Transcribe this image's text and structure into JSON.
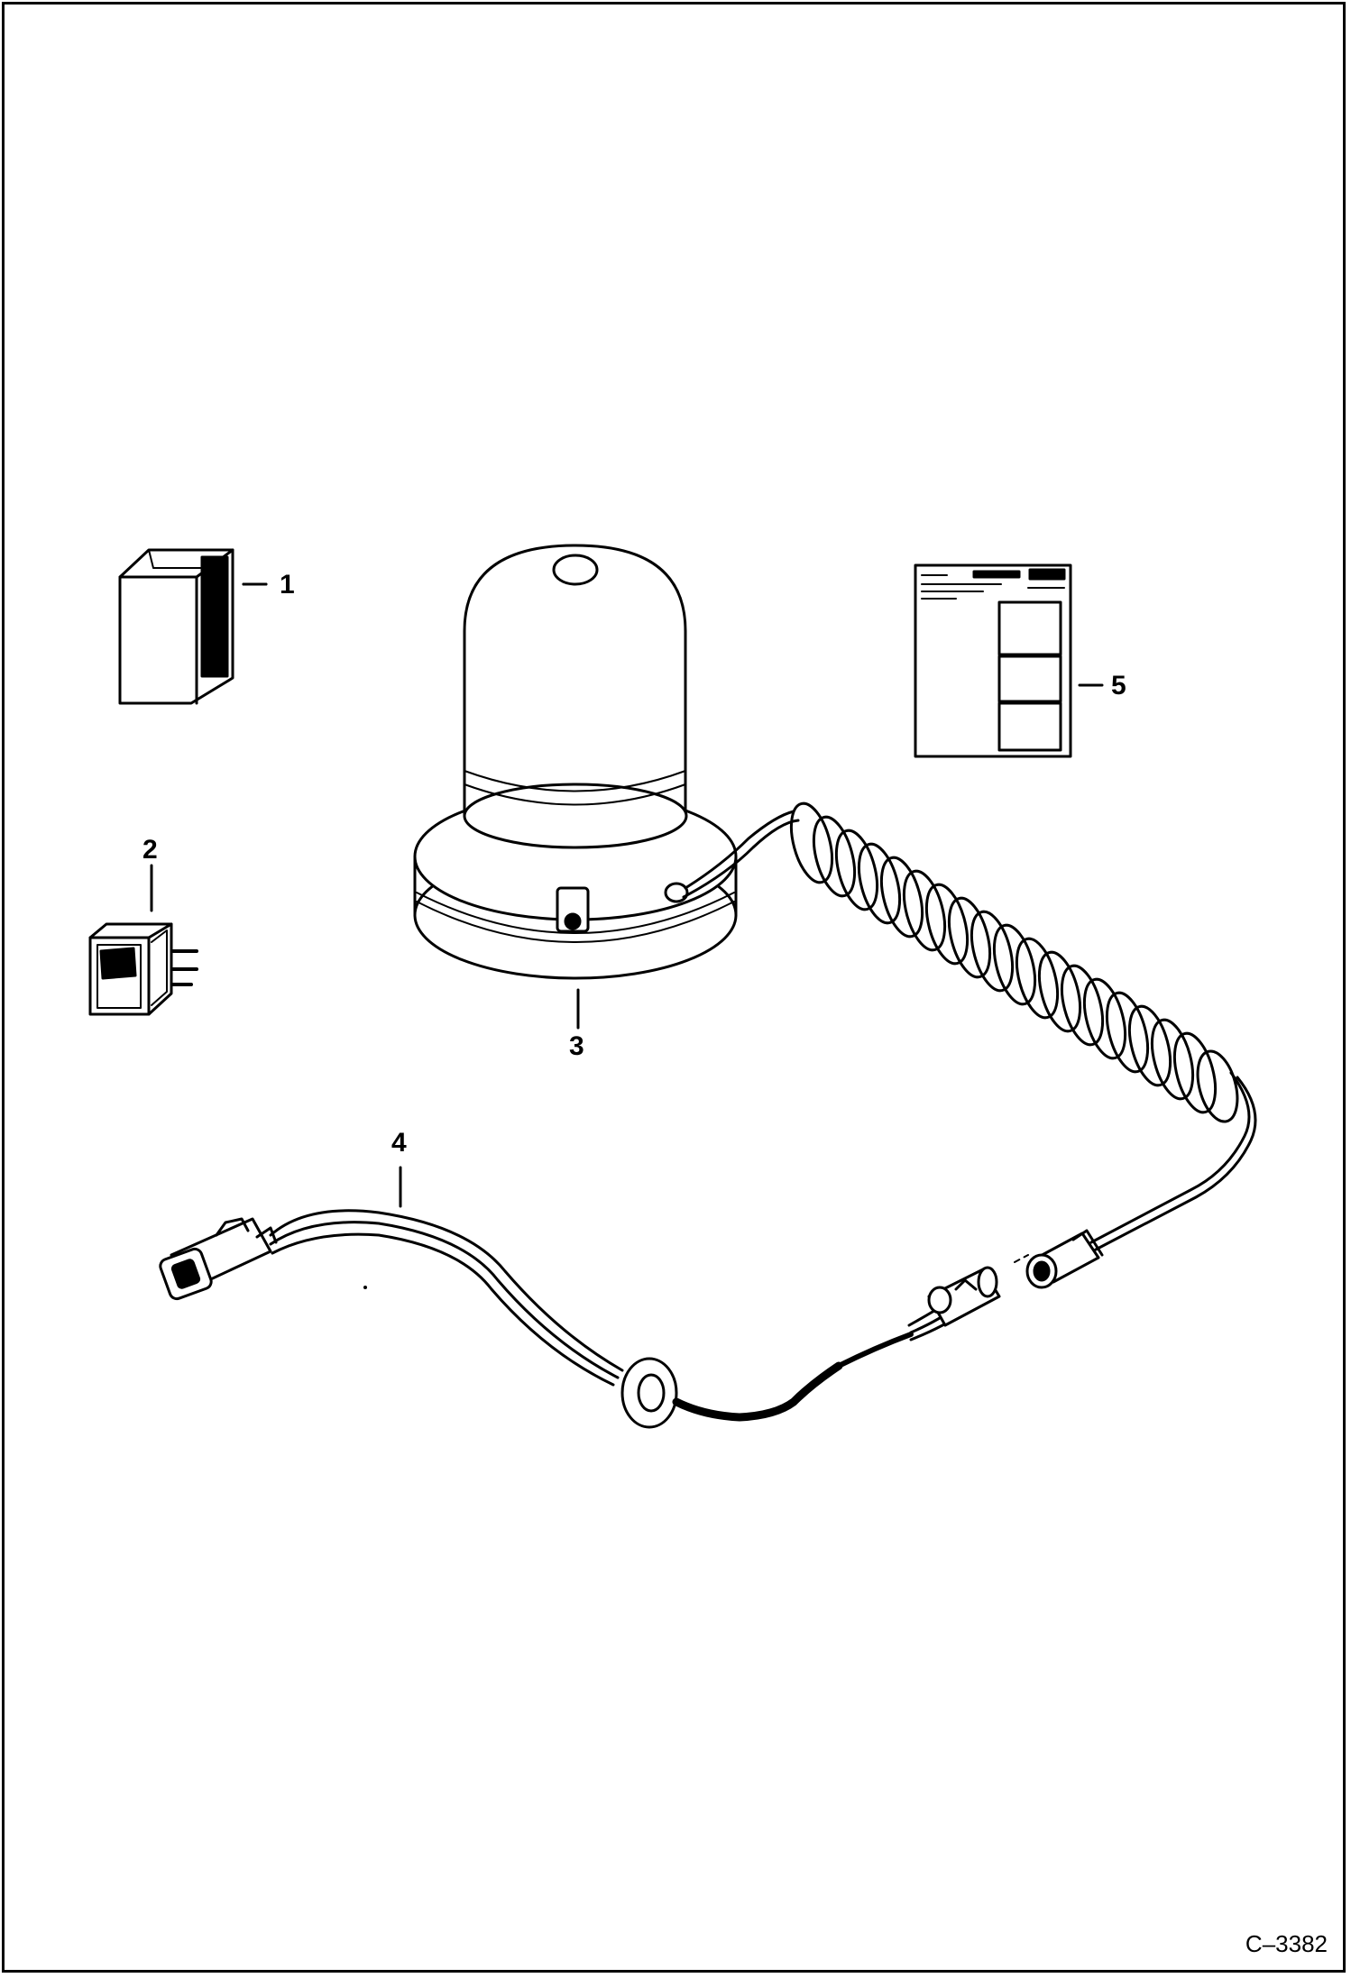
{
  "callouts": {
    "c1": "1",
    "c2": "2",
    "c3": "3",
    "c4": "4",
    "c5": "5"
  },
  "figure_code": "C–3382",
  "parts": [
    {
      "callout": "1",
      "icon": "fuse-block-icon"
    },
    {
      "callout": "2",
      "icon": "rocker-switch-icon"
    },
    {
      "callout": "3",
      "icon": "beacon-light-icon"
    },
    {
      "callout": "4",
      "icon": "wiring-harness-icon"
    },
    {
      "callout": "5",
      "icon": "instruction-sheet-icon"
    }
  ]
}
